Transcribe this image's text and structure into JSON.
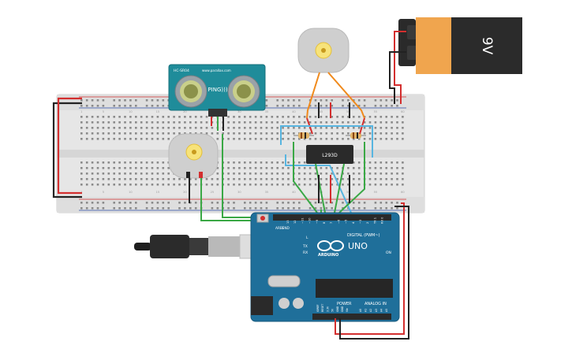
{
  "battery": {
    "label": "9V"
  },
  "sensor": {
    "model": "HC-SR04",
    "brand": "PING)))",
    "url": "www.parallax.com"
  },
  "driver_chip": {
    "label": "L293D"
  },
  "arduino": {
    "model": "UNO",
    "brand": "ARDUINO",
    "digital_label": "DIGITAL (PWM~)",
    "power_label": "POWER",
    "analog_label": "ANALOG IN",
    "aref": "AREF",
    "gnd": "GND",
    "led_l": "L",
    "led_tx": "TX",
    "led_rx": "RX",
    "led_on": "ON",
    "power_pins": [
      "IOREF",
      "RESET",
      "3.3V",
      "5V",
      "GND",
      "GND",
      "Vin"
    ],
    "analog_pins": [
      "A0",
      "A1",
      "A2",
      "A3",
      "A4",
      "A5"
    ],
    "digital_pins": [
      "13",
      "12",
      "~11",
      "~10",
      "~9",
      "8",
      "7",
      "~6",
      "~5",
      "4",
      "~3",
      "2",
      "TX 1",
      "RX 0"
    ]
  },
  "breadboard": {
    "col_numbers": [
      "1",
      "5",
      "10",
      "15",
      "20",
      "25",
      "30",
      "35",
      "40",
      "45",
      "50",
      "55",
      "60"
    ]
  },
  "colors": {
    "wire_red": "#d32f2f",
    "wire_black": "#222222",
    "wire_green": "#3aa845",
    "wire_orange": "#f08a1c",
    "wire_blue": "#58b5e0",
    "board_teal": "#1f6f9a",
    "breadboard": "#e8e8e8"
  }
}
